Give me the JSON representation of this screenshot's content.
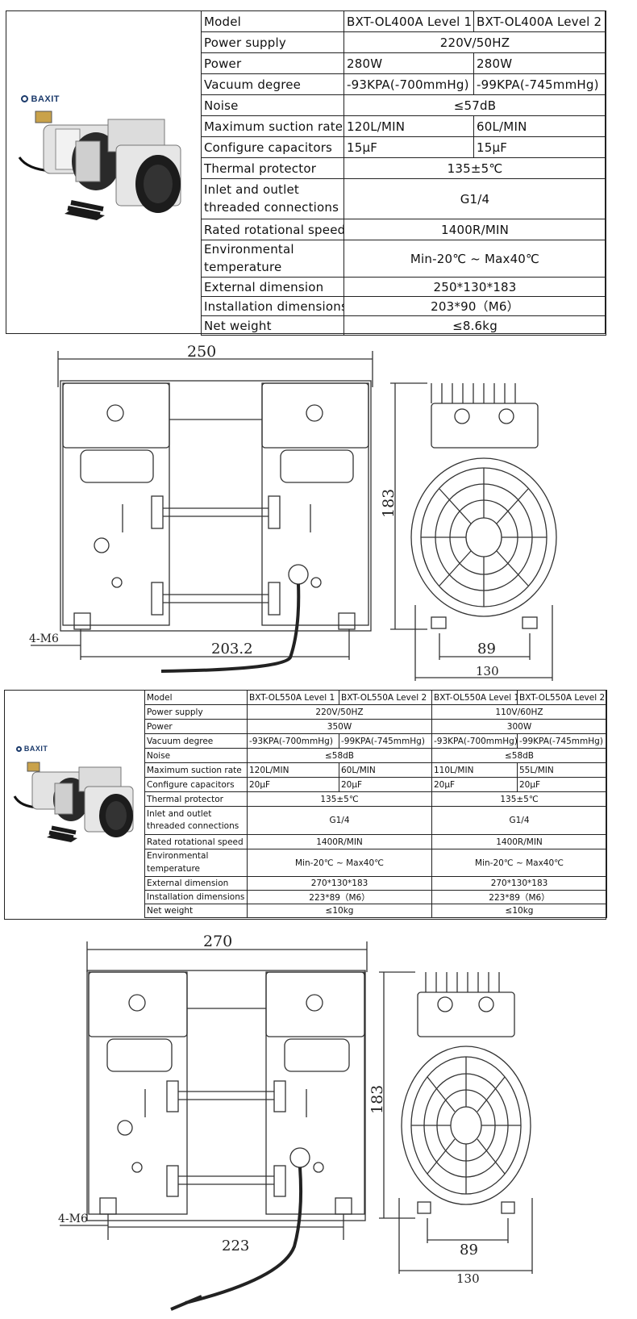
{
  "brand": "BAXIT",
  "table1": {
    "rows": [
      {
        "label": "Model",
        "v1": "BXT-OL400A Level 1",
        "v2": "BXT-OL400A Level 2"
      },
      {
        "label": "Power supply",
        "merged": "220V/50HZ"
      },
      {
        "label": "Power",
        "v1": "280W",
        "v2": "280W"
      },
      {
        "label": "Vacuum degree",
        "v1": "-93KPA(-700mmHg)",
        "v2": "-99KPA(-745mmHg)"
      },
      {
        "label": "Noise",
        "merged": "≤57dB"
      },
      {
        "label": "Maximum suction rate",
        "v1": "120L/MIN",
        "v2": "60L/MIN"
      },
      {
        "label": "Configure capacitors",
        "v1": "15μF",
        "v2": "15μF"
      },
      {
        "label": "Thermal protector",
        "merged": "135±5℃"
      },
      {
        "label": "Inlet and outlet threaded connections",
        "merged": "G1/4"
      },
      {
        "label": "Rated rotational speed",
        "merged": "1400R/MIN"
      },
      {
        "label": "Environmental temperature",
        "merged": "Min-20℃ ~ Max40℃"
      },
      {
        "label": "External dimension",
        "merged": "250*130*183"
      },
      {
        "label": "Installation dimensions",
        "merged": "203*90（M6）"
      },
      {
        "label": "Net weight",
        "merged": "≤8.6kg"
      }
    ]
  },
  "drawing1": {
    "width_label": "250",
    "height_label": "183",
    "mount_label": "4-M6",
    "mount_spacing_label": "203.2",
    "side_mount_label": "89",
    "side_width_label": "130"
  },
  "table2": {
    "rows": [
      {
        "label": "Model",
        "a1": "BXT-OL550A Level 1",
        "a2": "BXT-OL550A Level 2",
        "b1": "BXT-OL550A Level 1",
        "b2": "BXT-OL550A Level 2"
      },
      {
        "label": "Power supply",
        "a": "220V/50HZ",
        "b": "110V/60HZ"
      },
      {
        "label": "Power",
        "a": "350W",
        "b": "300W"
      },
      {
        "label": "Vacuum degree",
        "a1": "-93KPA(-700mmHg)",
        "a2": "-99KPA(-745mmHg)",
        "b1": "-93KPA(-700mmHg)",
        "b2": "-99KPA(-745mmHg)"
      },
      {
        "label": "Noise",
        "a": "≤58dB",
        "b": "≤58dB"
      },
      {
        "label": "Maximum suction rate",
        "a1": "120L/MIN",
        "a2": "60L/MIN",
        "b1": "110L/MIN",
        "b2": "55L/MIN"
      },
      {
        "label": "Configure capacitors",
        "a1": "20μF",
        "a2": "20μF",
        "b1": "20μF",
        "b2": "20μF"
      },
      {
        "label": "Thermal protector",
        "a": "135±5℃",
        "b": "135±5℃"
      },
      {
        "label": "Inlet and outlet threaded connections",
        "a": "G1/4",
        "b": "G1/4"
      },
      {
        "label": "Rated rotational speed",
        "a": "1400R/MIN",
        "b": "1400R/MIN"
      },
      {
        "label": "Environmental temperature",
        "a": "Min-20℃ ~ Max40℃",
        "b": "Min-20℃ ~ Max40℃"
      },
      {
        "label": "External dimension",
        "a": "270*130*183",
        "b": "270*130*183"
      },
      {
        "label": "Installation dimensions",
        "a": "223*89（M6）",
        "b": "223*89（M6）"
      },
      {
        "label": "Net weight",
        "a": "≤10kg",
        "b": "≤10kg"
      }
    ]
  },
  "drawing2": {
    "width_label": "270",
    "height_label": "183",
    "mount_label": "4-M6",
    "mount_spacing_label": "223",
    "side_mount_label": "89",
    "side_width_label": "130"
  }
}
